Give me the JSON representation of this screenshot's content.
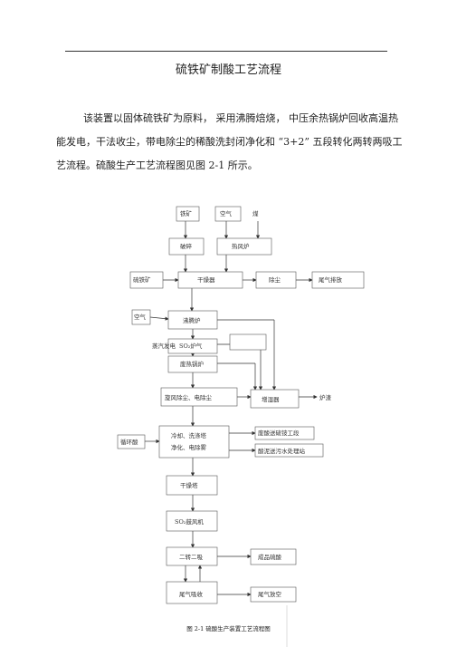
{
  "doc": {
    "title": "硫铁矿制酸工艺流程",
    "paragraph": "该装置以固体硫铁矿为原料， 采用沸腾焙烧， 中压余热锅炉回收高温热能发电，干法收尘，带电除尘的稀酸洗封闭净化和 “3+2” 五段转化两转两吸工艺流程。硫酸生产工艺流程图见图 2-1 所示。"
  },
  "flow": {
    "iron_ore": "铁矿",
    "air_top": "空气",
    "coal": "煤",
    "crush": "破碎",
    "hot_furnace": "热风炉",
    "pyrite": "硫铁矿",
    "dryer": "干燥器",
    "dust_removal": "除尘",
    "tail_gas_discharge": "尾气排放",
    "air_left": "空气",
    "boiling_furnace": "沸腾炉",
    "steam_power": "蒸汽发电",
    "so2_gas": "SO₂炉气",
    "waste_heat_boiler": "废热锅炉",
    "cyclone_electric": "旋风除尘、电除尘",
    "slag_cooler": "增湿器",
    "furnace_slag": "炉渣",
    "circulating_acid": "循环酸",
    "purify_line1": "冷却、洗涤塔",
    "purify_line2": "净化、电除雾",
    "waste_acid_to": "废酸送硫铵工段",
    "acid_mud_to": "酸泥送污水处理站",
    "drying_tower": "干燥塔",
    "so2_blower": "SO₂鼓风机",
    "two_conv": "二转二吸",
    "product_acid": "成品硫酸",
    "tail_absorb": "尾气吸收",
    "tail_vent": "尾气放空"
  },
  "caption": "图 2-1 硫酸生产装置工艺流程图"
}
